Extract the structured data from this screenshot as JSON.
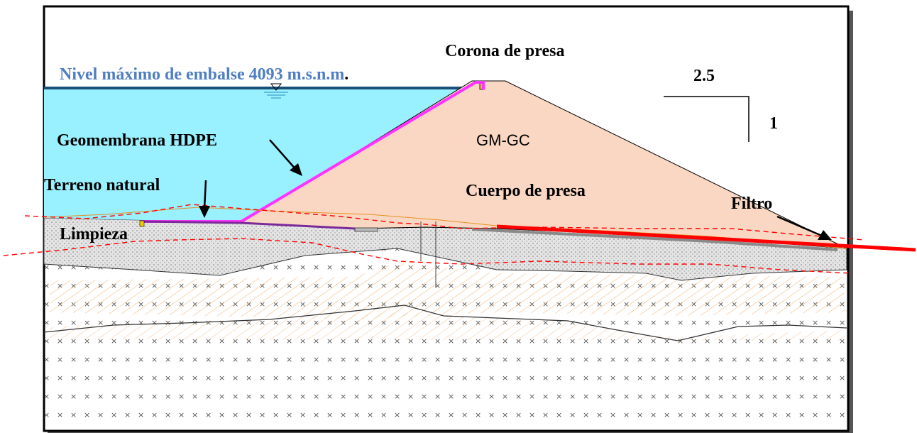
{
  "labels": {
    "max_level_prefix": "Nivel máximo de embalse 4093 m.s.n.m",
    "max_level_suffix": ".",
    "crest": "Corona de presa",
    "slope_horizontal": "2.5",
    "slope_vertical": "1",
    "material": "GM-GC",
    "geomembrane": "Geomembrana HDPE",
    "natural_ground": "Terreno natural",
    "dam_body": "Cuerpo de  presa",
    "filter": "Filtro",
    "cleaning": "Limpieza"
  },
  "colors": {
    "water": "#99f0ff",
    "dam": "#fad7c3",
    "geomembrane": "#ff33ff",
    "dashed_line": "#ff0000",
    "filter_drain": "#ff0000",
    "soil_fill": "#e8e8e8",
    "hatch": "#f0b070",
    "level_label": "#4f7fc0"
  },
  "icons": {
    "water_level_marker": "triangle-water-level-icon"
  }
}
